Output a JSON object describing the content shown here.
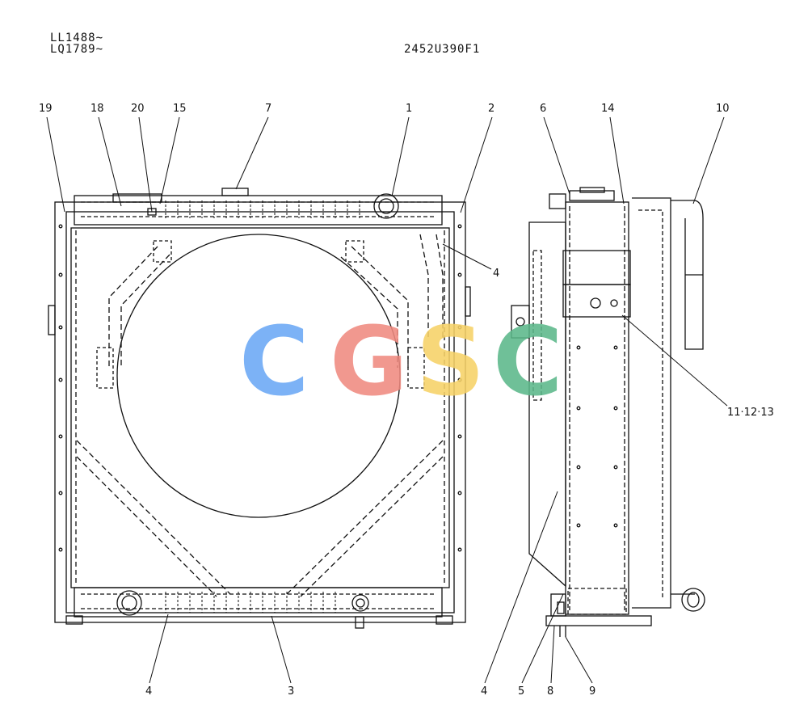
{
  "header": {
    "serial_1": "LL1488~",
    "serial_2": "LQ1789~",
    "drawing_number": "2452U390F1"
  },
  "watermark": {
    "letters": [
      "C",
      "G",
      "S",
      "C"
    ],
    "colors": [
      "#6aa8f5",
      "#f08a80",
      "#f7d267",
      "#5cb88a"
    ]
  },
  "callouts": {
    "c19": "19",
    "c18": "18",
    "c20": "20",
    "c15": "15",
    "c7": "7",
    "c1": "1",
    "c2": "2",
    "c6": "6",
    "c14": "14",
    "c10": "10",
    "c4_right": "4",
    "c11_12_13": "11·12·13",
    "c4_bottom_left": "4",
    "c3": "3",
    "c4_side": "4",
    "c5": "5",
    "c8": "8",
    "c9": "9"
  },
  "colors": {
    "line": "#111111",
    "paper": "#ffffff"
  }
}
